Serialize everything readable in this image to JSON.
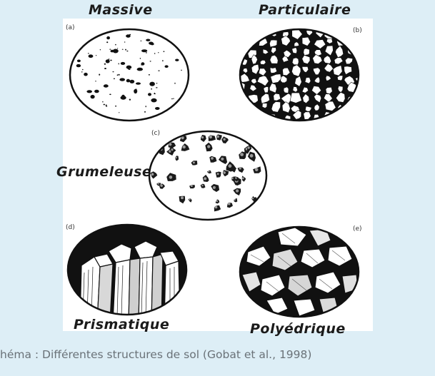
{
  "panels": {
    "massive": {
      "title": "Massive",
      "tag": "(a)"
    },
    "particulaire": {
      "title": "Particulaire",
      "tag": "(b)"
    },
    "grumeleuse": {
      "title": "Grumeleuse",
      "tag": "(c)"
    },
    "prismatique": {
      "title": "Prismatique",
      "tag": "(d)"
    },
    "polyedrique": {
      "title": "Polyédrique",
      "tag": "(e)"
    }
  },
  "caption": "héma : Différentes structures de sol (Gobat et al., 1998)",
  "colors": {
    "background": "#ddeef6",
    "figure": "#ffffff",
    "ink": "#111111",
    "caption": "#6a7278"
  }
}
